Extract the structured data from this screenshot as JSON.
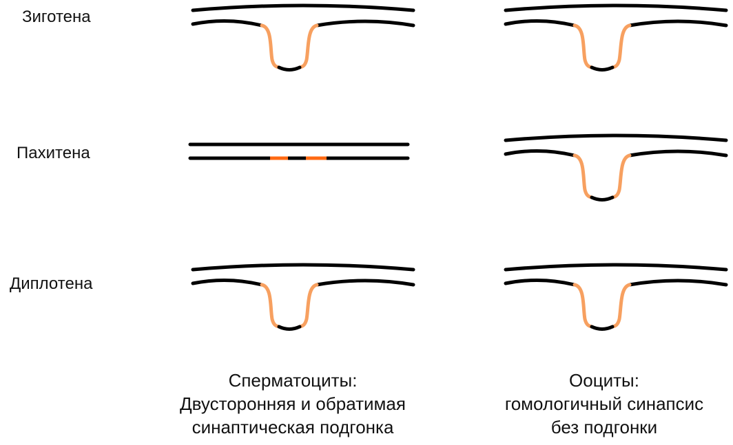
{
  "rows": {
    "zygotene": "Зиготена",
    "pachytene": "Пахитена",
    "diplotene": "Диплотена"
  },
  "captions": {
    "left": {
      "line1": "Сперматоциты:",
      "line2": "Двусторонняя и обратимая",
      "line3": "синаптическая подгонка"
    },
    "right": {
      "line1": "Ооциты:",
      "line2": "гомологичный синапсис",
      "line3": "без подгонки"
    }
  },
  "colors": {
    "chromosome": "#000000",
    "highlight": "#f7a060",
    "highlight_strong": "#ff6a13"
  }
}
